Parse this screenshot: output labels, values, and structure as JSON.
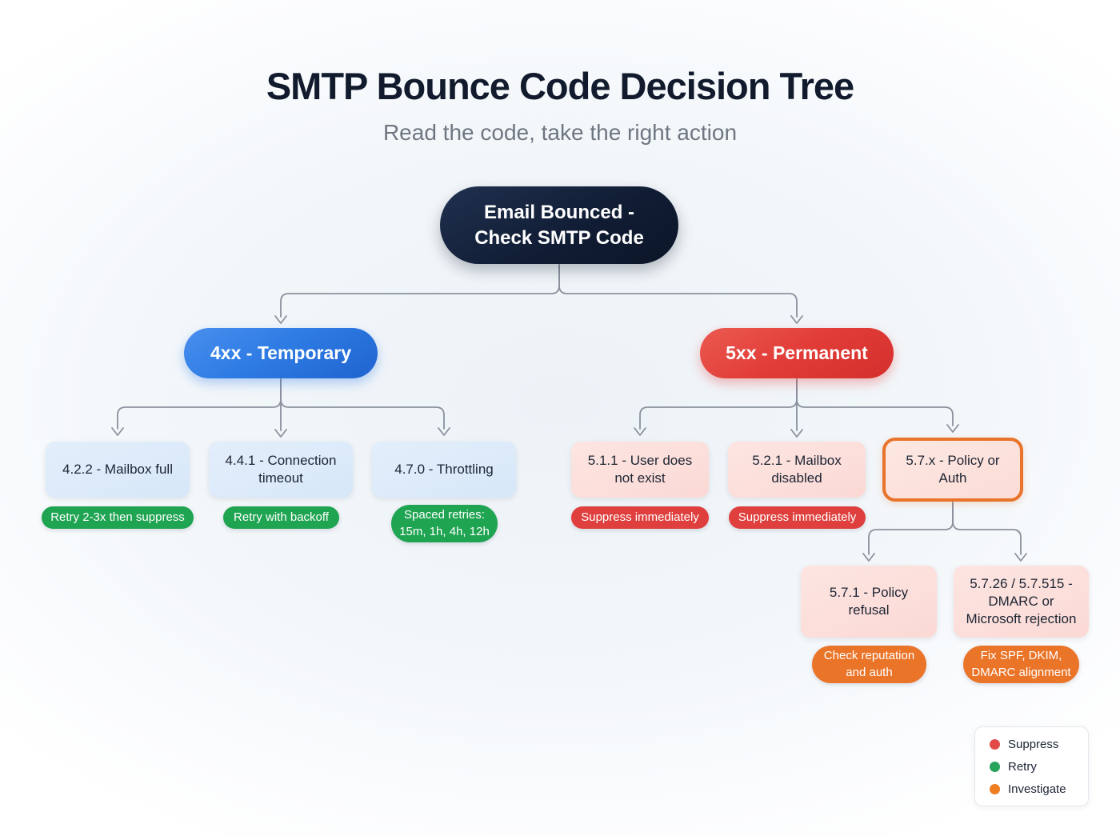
{
  "page": {
    "title": "SMTP Bounce Code Decision Tree",
    "subtitle": "Read the code, take the right action"
  },
  "root": {
    "label": "Email Bounced - Check SMTP Code"
  },
  "branches": [
    {
      "label": "4xx - Temporary",
      "color": "#2e7ce4",
      "children": [
        {
          "code": "4.2.2 - Mailbox full",
          "action": "Retry 2-3x then suppress",
          "action_type": "retry"
        },
        {
          "code": "4.4.1 - Connection timeout",
          "action": "Retry with backoff",
          "action_type": "retry"
        },
        {
          "code": "4.7.0 - Throttling",
          "action": "Spaced retries: 15m, 1h, 4h, 12h",
          "action_type": "retry"
        }
      ]
    },
    {
      "label": "5xx - Permanent",
      "color": "#e23c38",
      "children": [
        {
          "code": "5.1.1 - User does not exist",
          "action": "Suppress immediately",
          "action_type": "suppress"
        },
        {
          "code": "5.2.1 - Mailbox disabled",
          "action": "Suppress immediately",
          "action_type": "suppress"
        },
        {
          "code": "5.7.x - Policy or Auth",
          "highlighted": true,
          "highlight_border_color": "#e8732a",
          "children": [
            {
              "code": "5.7.1 - Policy refusal",
              "action": "Check reputation and auth",
              "action_type": "investigate"
            },
            {
              "code": "5.7.26 / 5.7.515 - DMARC or Microsoft rejection",
              "action": "Fix SPF, DKIM, DMARC alignment",
              "action_type": "investigate"
            }
          ]
        }
      ]
    }
  ],
  "legend": {
    "items": [
      {
        "label": "Suppress",
        "color": "#e04b49"
      },
      {
        "label": "Retry",
        "color": "#27a35b"
      },
      {
        "label": "Investigate",
        "color": "#ef7d22"
      }
    ]
  },
  "colors": {
    "root_navy": "#101c33",
    "temporary_blue": "#2e7ce4",
    "permanent_red": "#e23c38",
    "code_box_blue": "#dbe9f9",
    "code_box_pink": "#fcdfdc",
    "action_green": "#1fa452",
    "action_red": "#df403d",
    "action_orange": "#ea7428",
    "connector_gray": "#8b919d"
  }
}
